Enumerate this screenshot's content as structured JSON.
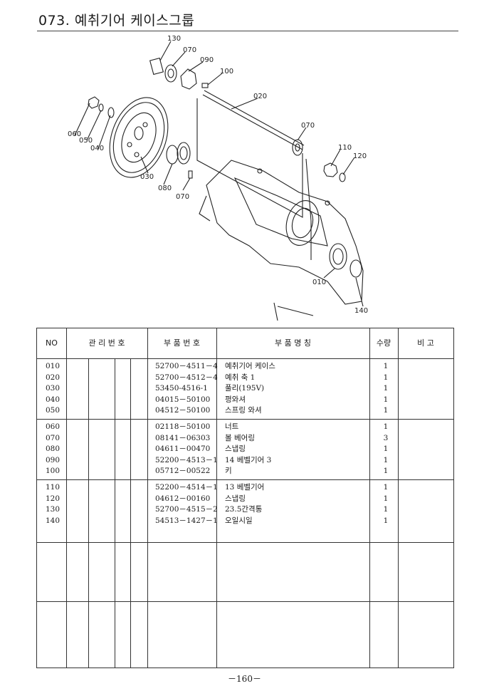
{
  "title": "073. 예취기어 케이스그룹",
  "diagram": {
    "callouts": [
      "130",
      "070",
      "090",
      "100",
      "020",
      "070",
      "110",
      "120",
      "060",
      "050",
      "040",
      "030",
      "080",
      "070",
      "010",
      "140"
    ]
  },
  "table": {
    "headers": {
      "no": "NO",
      "mgmt": "관 리 번 호",
      "part_no": "부 품 번 호",
      "part_name": "부   품   명   칭",
      "qty": "수량",
      "remarks": "비  고"
    },
    "groups": [
      [
        {
          "no": "010",
          "part_no": "52700－4511－4",
          "name": "예취기어 케이스",
          "qty": "1"
        },
        {
          "no": "020",
          "part_no": "52700－4512－4",
          "name": "예취 축 1",
          "qty": "1"
        },
        {
          "no": "030",
          "part_no": "53450-4516-1",
          "name": "풀리(195V)",
          "qty": "1"
        },
        {
          "no": "040",
          "part_no": "04015－50100",
          "name": "평와셔",
          "qty": "1"
        },
        {
          "no": "050",
          "part_no": "04512－50100",
          "name": "스프링 와셔",
          "qty": "1"
        }
      ],
      [
        {
          "no": "060",
          "part_no": "02118－50100",
          "name": "너트",
          "qty": "1"
        },
        {
          "no": "070",
          "part_no": "08141－06303",
          "name": "볼 베어링",
          "qty": "3"
        },
        {
          "no": "080",
          "part_no": "04611－00470",
          "name": "스냅링",
          "qty": "1"
        },
        {
          "no": "090",
          "part_no": "52200－4513－1",
          "name": "14 베벨기어 3",
          "qty": "1"
        },
        {
          "no": "100",
          "part_no": "05712－00522",
          "name": "키",
          "qty": "1"
        }
      ],
      [
        {
          "no": "110",
          "part_no": "52200－4514－1",
          "name": "13 베벨기어",
          "qty": "1"
        },
        {
          "no": "120",
          "part_no": "04612－00160",
          "name": "스냅링",
          "qty": "1"
        },
        {
          "no": "130",
          "part_no": "52700－4515－2",
          "name": "23.5간격통",
          "qty": "1"
        },
        {
          "no": "140",
          "part_no": "54513－1427－1",
          "name": "오일시일",
          "qty": "1"
        }
      ],
      [],
      []
    ]
  },
  "page_number": "－160－"
}
